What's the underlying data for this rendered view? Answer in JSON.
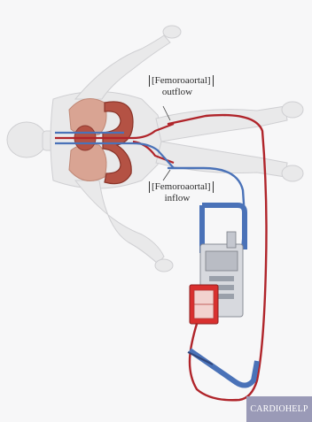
{
  "labels": {
    "outflow_line1": "[Femoroaortal]",
    "outflow_line2": "outflow",
    "inflow_line1": "[Femoroaortal]",
    "inflow_line2": "inflow",
    "device": "CARDIOHELP"
  },
  "colors": {
    "arterial": "#b0242a",
    "venous": "#4a72b8",
    "organ": "#b45244",
    "lung": "#d9a493",
    "body": "#e9e9ea",
    "label_bg": "#9a9ab7"
  }
}
